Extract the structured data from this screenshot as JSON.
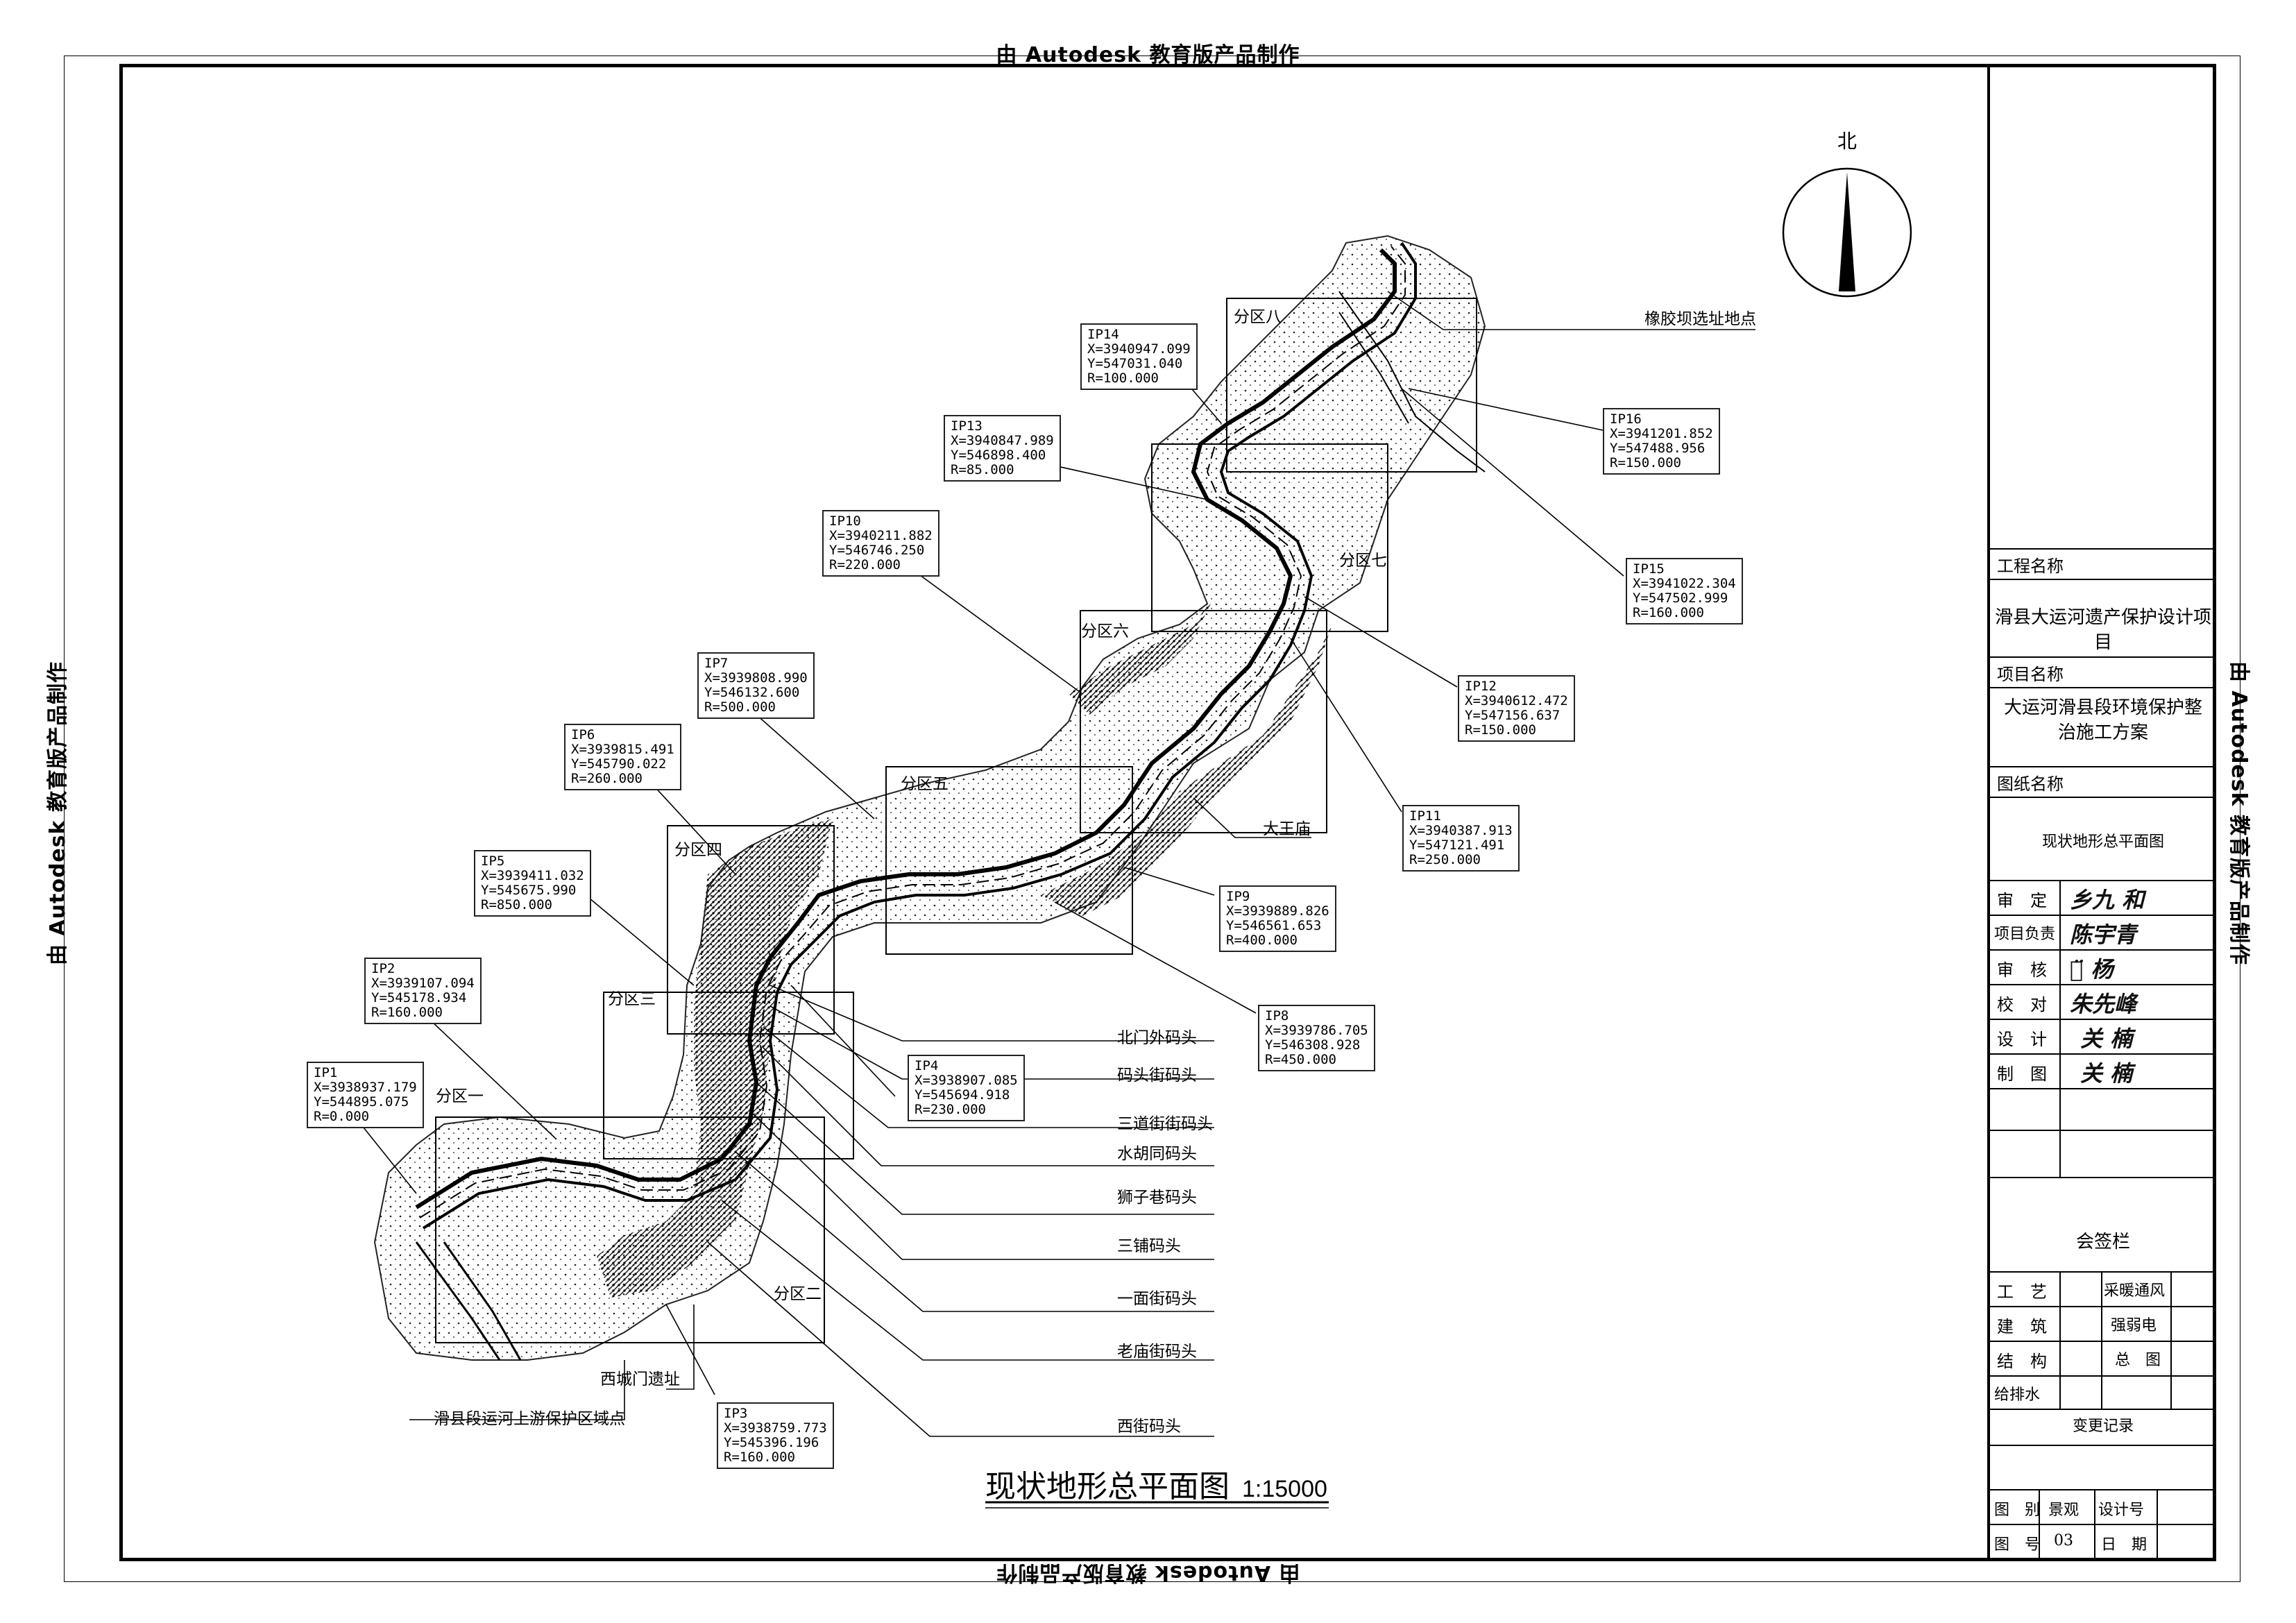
{
  "stamps": {
    "top": "由 Autodesk 教育版产品制作",
    "bottom": "由 Autodesk 教育版产品制作",
    "left": "由 Autodesk 教育版产品制作",
    "right": "由 Autodesk 教育版产品制作"
  },
  "north": {
    "label": "北",
    "icon": "north-arrow-icon"
  },
  "plan": {
    "title": "现状地形总平面图",
    "scale": "1:15000"
  },
  "ip_points": [
    {
      "id": "IP1",
      "x": "X=3938937.179",
      "y": "Y=544895.075",
      "r": "R=0.000"
    },
    {
      "id": "IP2",
      "x": "X=3939107.094",
      "y": "Y=545178.934",
      "r": "R=160.000"
    },
    {
      "id": "IP3",
      "x": "X=3938759.773",
      "y": "Y=545396.196",
      "r": "R=160.000"
    },
    {
      "id": "IP4",
      "x": "X=3938907.085",
      "y": "Y=545694.918",
      "r": "R=230.000"
    },
    {
      "id": "IP5",
      "x": "X=3939411.032",
      "y": "Y=545675.990",
      "r": "R=850.000"
    },
    {
      "id": "IP6",
      "x": "X=3939815.491",
      "y": "Y=545790.022",
      "r": "R=260.000"
    },
    {
      "id": "IP7",
      "x": "X=3939808.990",
      "y": "Y=546132.600",
      "r": "R=500.000"
    },
    {
      "id": "IP8",
      "x": "X=3939786.705",
      "y": "Y=546308.928",
      "r": "R=450.000"
    },
    {
      "id": "IP9",
      "x": "X=3939889.826",
      "y": "Y=546561.653",
      "r": "R=400.000"
    },
    {
      "id": "IP10",
      "x": "X=3940211.882",
      "y": "Y=546746.250",
      "r": "R=220.000"
    },
    {
      "id": "IP11",
      "x": "X=3940387.913",
      "y": "Y=547121.491",
      "r": "R=250.000"
    },
    {
      "id": "IP12",
      "x": "X=3940612.472",
      "y": "Y=547156.637",
      "r": "R=150.000"
    },
    {
      "id": "IP13",
      "x": "X=3940847.989",
      "y": "Y=546898.400",
      "r": "R=85.000"
    },
    {
      "id": "IP14",
      "x": "X=3940947.099",
      "y": "Y=547031.040",
      "r": "R=100.000"
    },
    {
      "id": "IP15",
      "x": "X=3941022.304",
      "y": "Y=547502.999",
      "r": "R=160.000"
    },
    {
      "id": "IP16",
      "x": "X=3941201.852",
      "y": "Y=547488.956",
      "r": "R=150.000"
    }
  ],
  "zones": [
    "分区一",
    "分区二",
    "分区三",
    "分区四",
    "分区五",
    "分区六",
    "分区七",
    "分区八"
  ],
  "labels": {
    "rubber_dam": "橡胶坝选址地点",
    "dawang_temple": "大王庙",
    "west_gate": "西城门遗址",
    "upstream_end": "滑县段运河上游保护区域点",
    "docks": [
      "北门外码头",
      "码头街码头",
      "三道街街码头",
      "水胡同码头",
      "狮子巷码头",
      "三铺码头",
      "一面街码头",
      "老庙街码头",
      "西街码头"
    ]
  },
  "title_block": {
    "project_name_label": "工程名称",
    "project_name": "滑县大运河遗产保护设计项目",
    "item_name_label": "项目名称",
    "item_name": "大运河滑县段环境保护整治施工方案",
    "drawing_name_label": "图纸名称",
    "drawing_name": "现状地形总平面图",
    "roles": [
      "审　定",
      "项目负责",
      "审　核",
      "校　对",
      "设　计",
      "制　图"
    ],
    "countersign_title": "会签栏",
    "countersign": [
      "工　艺",
      "采暖通风",
      "建　筑",
      "强弱电",
      "结　构",
      "总　图",
      "给排水"
    ],
    "change_record": "变更记录",
    "drawing_category_label": "图　别",
    "drawing_category": "景观",
    "design_no_label": "设计号",
    "drawing_no_label": "图　号",
    "drawing_no": "03",
    "date_label": "日　期"
  },
  "colors": {
    "line": "#000000",
    "hatch": "#333333"
  }
}
